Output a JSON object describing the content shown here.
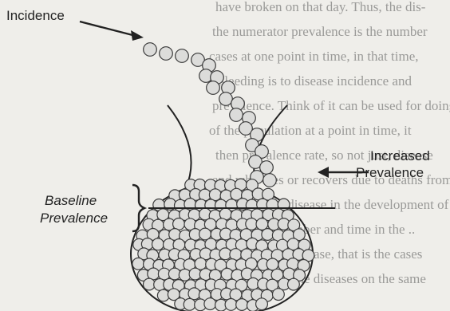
{
  "figure": {
    "labels": {
      "incidence": "Incidence",
      "increased_line1": "Increased",
      "increased_line2": "Prevalence",
      "baseline_line1": "Baseline",
      "baseline_line2": "Prevalence"
    },
    "background_text_lines": [
      "have broken on that day. Thus, the dis-",
      "the numerator prevalence is the number",
      "cases at one point in time, in that time,",
      "Bleeding is to disease incidence and",
      "prevalence. Think of it can be used for doing",
      "of the population at a point in time, it",
      "then prevalence rate, so not just, disease",
      "and who dies or recovers due to deaths from",
      "the remaining disease in the development of",
      "individuals number and time in the ..",
      "the number of disease, that is the cases",
      "the case is also the diseases on the same"
    ],
    "colors": {
      "paper": "#efeeea",
      "ink": "#222222",
      "ball_fill": "#dcdcda",
      "ball_stroke": "#3a3a3a",
      "faded_text": "#9a9a98"
    }
  }
}
